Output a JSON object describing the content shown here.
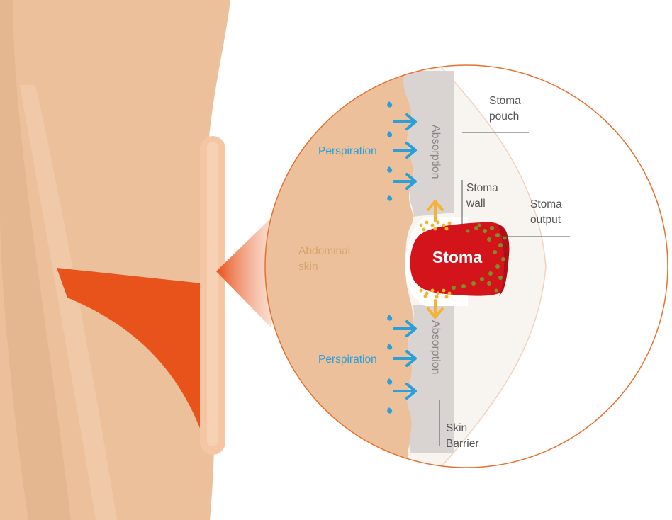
{
  "labels": {
    "stoma_pouch_line1": "Stoma",
    "stoma_pouch_line2": "pouch",
    "stoma_wall_line1": "Stoma",
    "stoma_wall_line2": "wall",
    "stoma_output_line1": "Stoma",
    "stoma_output_line2": "output",
    "abdominal_skin_line1": "Abdominal",
    "abdominal_skin_line2": "skin",
    "stoma": "Stoma",
    "perspiration_upper": "Perspiration",
    "perspiration_lower": "Perspiration",
    "absorption_upper": "Absorption",
    "absorption_lower": "Absorption",
    "skin_barrier_line1": "Skin",
    "skin_barrier_line2": "Barrier"
  },
  "colors": {
    "skin": "#ebc09a",
    "skin_light": "#f2c8a5",
    "underwear": "#e8521b",
    "circle_outline": "#e8702f",
    "pouch": "#f8f4f0",
    "barrier": "#d9d4d2",
    "stoma_red": "#d3141b",
    "perspiration_blue": "#2a9fd8",
    "absorption_orange": "#f5b335",
    "output_green": "#7f8f28",
    "label_gray": "#555555",
    "abdominal_text": "#d8a26b"
  }
}
